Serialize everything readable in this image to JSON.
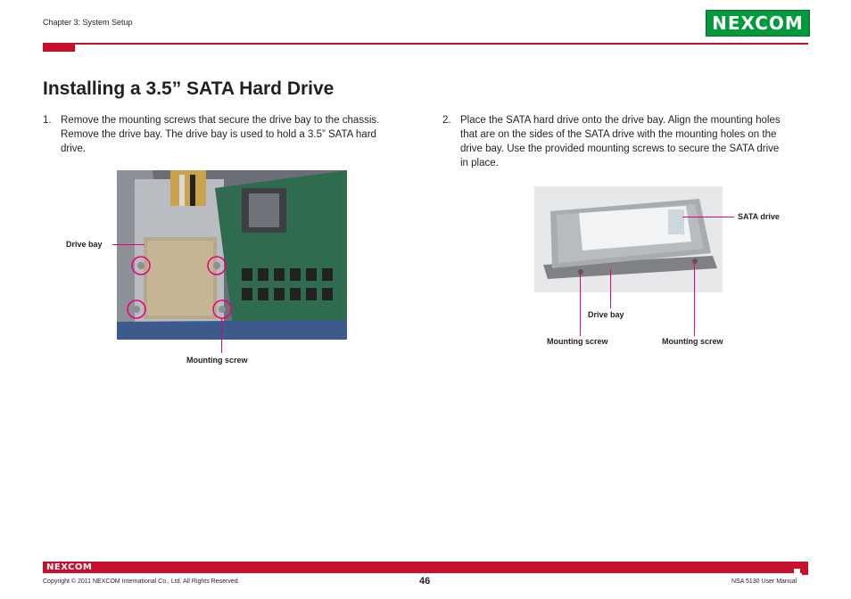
{
  "header": {
    "chapter": "Chapter 3: System Setup",
    "logo_text": "NEXCOM"
  },
  "title": "Installing a 3.5” SATA Hard Drive",
  "steps": [
    {
      "number": "1.",
      "lines": [
        "Remove the mounting screws that secure the drive bay to the chassis.",
        "Remove the drive bay. The drive bay is used to hold a 3.5” SATA hard",
        "drive."
      ]
    },
    {
      "number": "2.",
      "lines": [
        "Place the SATA hard drive onto the drive bay. Align the mounting holes",
        "that are on the sides of the SATA drive with the mounting holes on the",
        "drive bay. Use the provided mounting screws to secure the SATA drive",
        "in place."
      ]
    }
  ],
  "figure1": {
    "label_drive_bay": "Drive bay",
    "label_mounting_screw": "Mounting screw"
  },
  "figure2": {
    "label_sata_drive": "SATA drive",
    "label_drive_bay": "Drive bay",
    "label_mounting_screw_left": "Mounting screw",
    "label_mounting_screw_right": "Mounting screw"
  },
  "footer": {
    "logo_text": "NEXCOM",
    "copyright": "Copyright © 2011 NEXCOM International Co., Ltd. All Rights Reserved.",
    "page_number": "46",
    "manual_name": "NSA 5130 User Manual"
  },
  "colors": {
    "brand_red": "#c8102e",
    "brand_green": "#009a3d",
    "callout_magenta": "#e6007e"
  }
}
